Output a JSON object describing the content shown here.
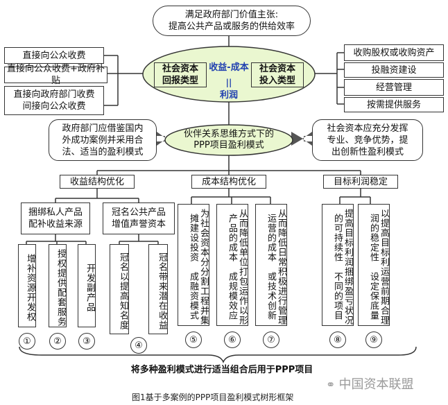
{
  "top": {
    "line1": "满足政府部门价值主张:",
    "line2": "提高公共产品或服务的供给效率"
  },
  "left_items": [
    {
      "text": "直接向公众收费"
    },
    {
      "text": "直接向公众收费+政府补贴"
    },
    {
      "line1": "直接向政府部门收费",
      "line2": "间接向公众收费"
    }
  ],
  "right_items": [
    "收购股权或收购资产",
    "投融资建设",
    "经营管理",
    "按需提供服务"
  ],
  "center": {
    "left_box": {
      "line1": "社会资本",
      "line2": "回报类型"
    },
    "right_box": {
      "line1": "社会资本",
      "line2": "投入类型"
    },
    "middle_label": "收益-成本",
    "equals": "||",
    "bottom_label": "利润"
  },
  "gov_note": {
    "line1": "政府部门应借鉴国内",
    "line2": "外成功案例并采用合",
    "line3": "法、适当的盈利模式"
  },
  "core": {
    "line1": "伙伴关系思维方式下的",
    "line2": "PPP项目盈利模式"
  },
  "social_note": {
    "line1": "社会资本应充分发挥",
    "line2": "专业、竞争优势，提",
    "line3": "出创新性盈利模式"
  },
  "categories": [
    "收益结构优化",
    "成本结构优化",
    "目标利润稳定"
  ],
  "sub_left": {
    "line1": "捆绑私人产品",
    "line2": "配补收益来源"
  },
  "sub_right": {
    "line1": "冠名公共产品",
    "line2": "增值声誉资本"
  },
  "leaves": [
    "增补资源开发权",
    "授权提供配套服务",
    "开发副产品",
    "冠名以提高知名度",
    "冠名带来潜在收益",
    "为社会资本分摊建设投资",
    "从而降低单位产品的成本",
    "从而降低日常运营的成本",
    "提高目标利润的可持续性",
    "以提高目标利润的稳定性"
  ],
  "leaves_prefix": [
    "",
    "",
    "",
    "",
    "",
    "分割工程并集成融资模式",
    "打包运作以形成规模效应",
    "积极进行管理或技术创新",
    "捆绑盈亏状况不同的项目",
    "运营前期合理设定保底量"
  ],
  "numbers": [
    "①",
    "②",
    "③",
    "④",
    "⑤",
    "⑥",
    "⑦",
    "⑧",
    "⑨"
  ],
  "bottom_note": "将多种盈利模式进行适当组合后用于PPP项目",
  "caption": "图1基于多案例的PPP项目盈利模式树形框架",
  "watermark": "中国资本联盟"
}
